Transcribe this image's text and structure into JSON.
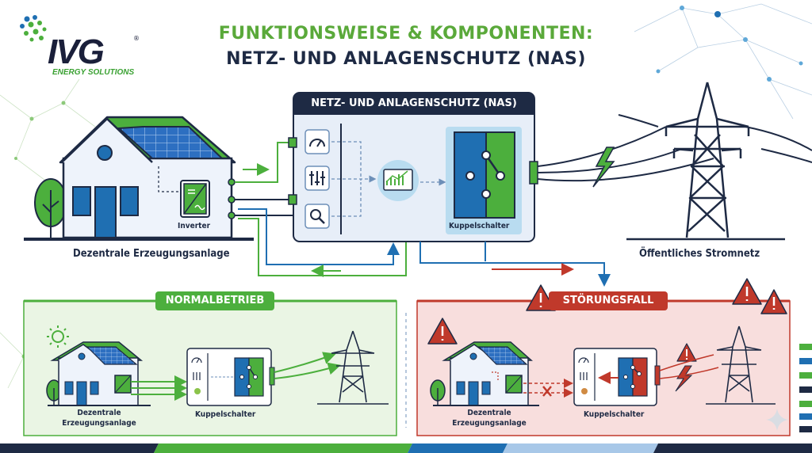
{
  "brand": {
    "logo_text": "IVG",
    "logo_sub": "ENERGY SOLUTIONS",
    "logo_mark": "®"
  },
  "title": {
    "line1": "FUNKTIONSWEISE & KOMPONENTEN:",
    "line2": "NETZ- UND ANLAGENSCHUTZ (NAS)"
  },
  "main": {
    "house_label": "Dezentrale Erzeugungsanlage",
    "inverter_label": "Inverter",
    "nas_box_title": "NETZ- UND ANLAGENSCHUTZ (NAS)",
    "switch_label": "Kuppelschalter",
    "grid_label": "Öffentliches Stromnetz"
  },
  "normal": {
    "title": "NORMALBETRIEB",
    "house_label_1": "Dezentrale",
    "house_label_2": "Erzeugungsanlage",
    "switch_label": "Kuppelschalter"
  },
  "fault": {
    "title": "STÖRUNGSFALL",
    "house_label_1": "Dezentrale",
    "house_label_2": "Erzeugungsanlage",
    "switch_label": "Kuppelschalter"
  },
  "colors": {
    "green": "#4caf3d",
    "blue": "#1f6fb2",
    "navy": "#1e2a44",
    "red": "#c0392b",
    "light_green_bg": "#eaf5e4",
    "light_red_bg": "#f8dedd"
  }
}
